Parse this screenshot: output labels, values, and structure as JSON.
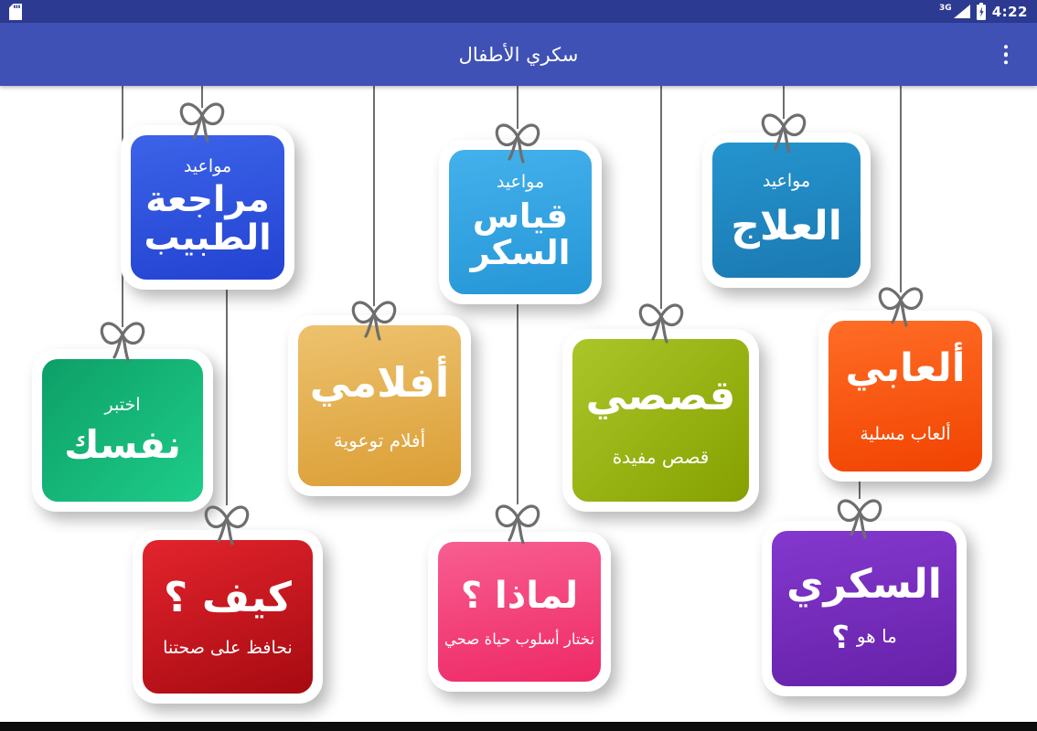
{
  "status_bar": {
    "time": "4:22",
    "network_label": "3G",
    "icons": [
      "sd-card-icon",
      "signal-strength-icon",
      "battery-charging-icon"
    ]
  },
  "app_bar": {
    "title": "سكري الأطفال",
    "overflow_menu": "more options"
  },
  "theme": {
    "status_bar_bg": "#2c3a92",
    "app_bar_bg": "#3f51b5",
    "content_bg": "#ffffff",
    "string_color": "#6e6e6e",
    "text_color": "#ffffff"
  },
  "cards": [
    {
      "name": "doctor-review-appointments",
      "subtitle": "مواعيد",
      "title_lines": [
        "مراجعة",
        "الطبيب"
      ],
      "color_top": "#3c63e8",
      "color_bottom": "#2343d2",
      "angle": "170deg"
    },
    {
      "name": "sugar-measurement-appointments",
      "subtitle": "مواعيد",
      "title_lines": [
        "قياس",
        "السكر"
      ],
      "color_top": "#44b1ec",
      "color_bottom": "#2596d6",
      "angle": "170deg"
    },
    {
      "name": "treatment-appointments",
      "subtitle": "مواعيد",
      "title_lines": [
        "العلاج"
      ],
      "color_top": "#2594ce",
      "color_bottom": "#1b79b2",
      "angle": "170deg"
    },
    {
      "name": "test-yourself",
      "subtitle": "اختبر",
      "title_lines": [
        "نفسك"
      ],
      "color_top": "#0d9f67",
      "color_bottom": "#1ecd89",
      "angle": "135deg"
    },
    {
      "name": "my-films",
      "subtitle": "أفلام توعوية",
      "title_lines": [
        "أفلامي"
      ],
      "color_top": "#edc26e",
      "color_bottom": "#db9e35",
      "angle": "170deg"
    },
    {
      "name": "my-stories",
      "subtitle": "قصص مفيدة",
      "title_lines": [
        "قصصي"
      ],
      "color_top": "#abc629",
      "color_bottom": "#85a000",
      "angle": "135deg"
    },
    {
      "name": "my-games",
      "subtitle": "ألعاب مسلية",
      "title_lines": [
        "ألعابي"
      ],
      "color_top": "#ff6d26",
      "color_bottom": "#f14301",
      "angle": "170deg"
    },
    {
      "name": "how-we-keep-our-health",
      "subtitle": "نحافظ على صحتنا",
      "title_lines": [
        "كيف ؟"
      ],
      "color_top": "#e3242d",
      "color_bottom": "#a60a11",
      "angle": "160deg"
    },
    {
      "name": "why-choose-healthy-lifestyle",
      "subtitle": "نختار أسلوب حياة صحي",
      "title_lines": [
        "لماذا ؟"
      ],
      "color_top": "#f85e91",
      "color_bottom": "#ee2966",
      "angle": "170deg"
    },
    {
      "name": "diabetes-what-is-it",
      "subtitle": "ما هو",
      "question_mark": "؟",
      "title_lines": [
        "السكري"
      ],
      "color_top": "#8438ce",
      "color_bottom": "#6621a8",
      "angle": "170deg"
    }
  ]
}
